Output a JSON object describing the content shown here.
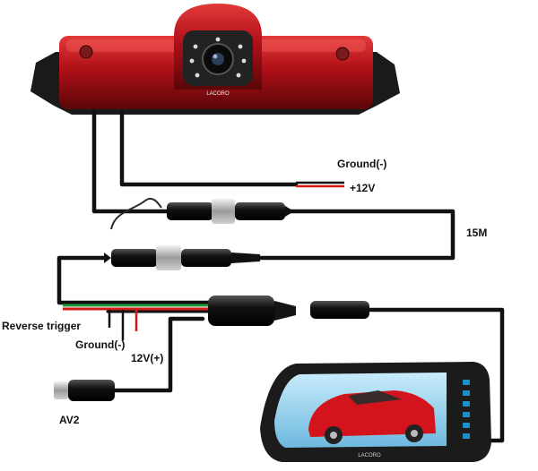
{
  "labels": {
    "ground_top": "Ground(-)",
    "plus12v_top": "+12V",
    "cable_length": "15M",
    "reverse_trigger": "Reverse trigger",
    "ground_bottom": "Ground(-)",
    "plus12v_bottom": "12V(+)",
    "av2": "AV2"
  },
  "camera": {
    "brand": "LACORO"
  },
  "monitor": {
    "brand": "LACORO"
  },
  "colors": {
    "camera_red": "#b01018",
    "cable": "#111111",
    "wire_red": "#d21a1a",
    "wire_green": "#1e9a3c",
    "monitor_frame": "#1b1b1b",
    "screen_blue": "#8fd0ef"
  },
  "icons": [
    "camera-housing-icon",
    "camera-lens-icon",
    "connector-icon",
    "monitor-icon",
    "car-image"
  ]
}
